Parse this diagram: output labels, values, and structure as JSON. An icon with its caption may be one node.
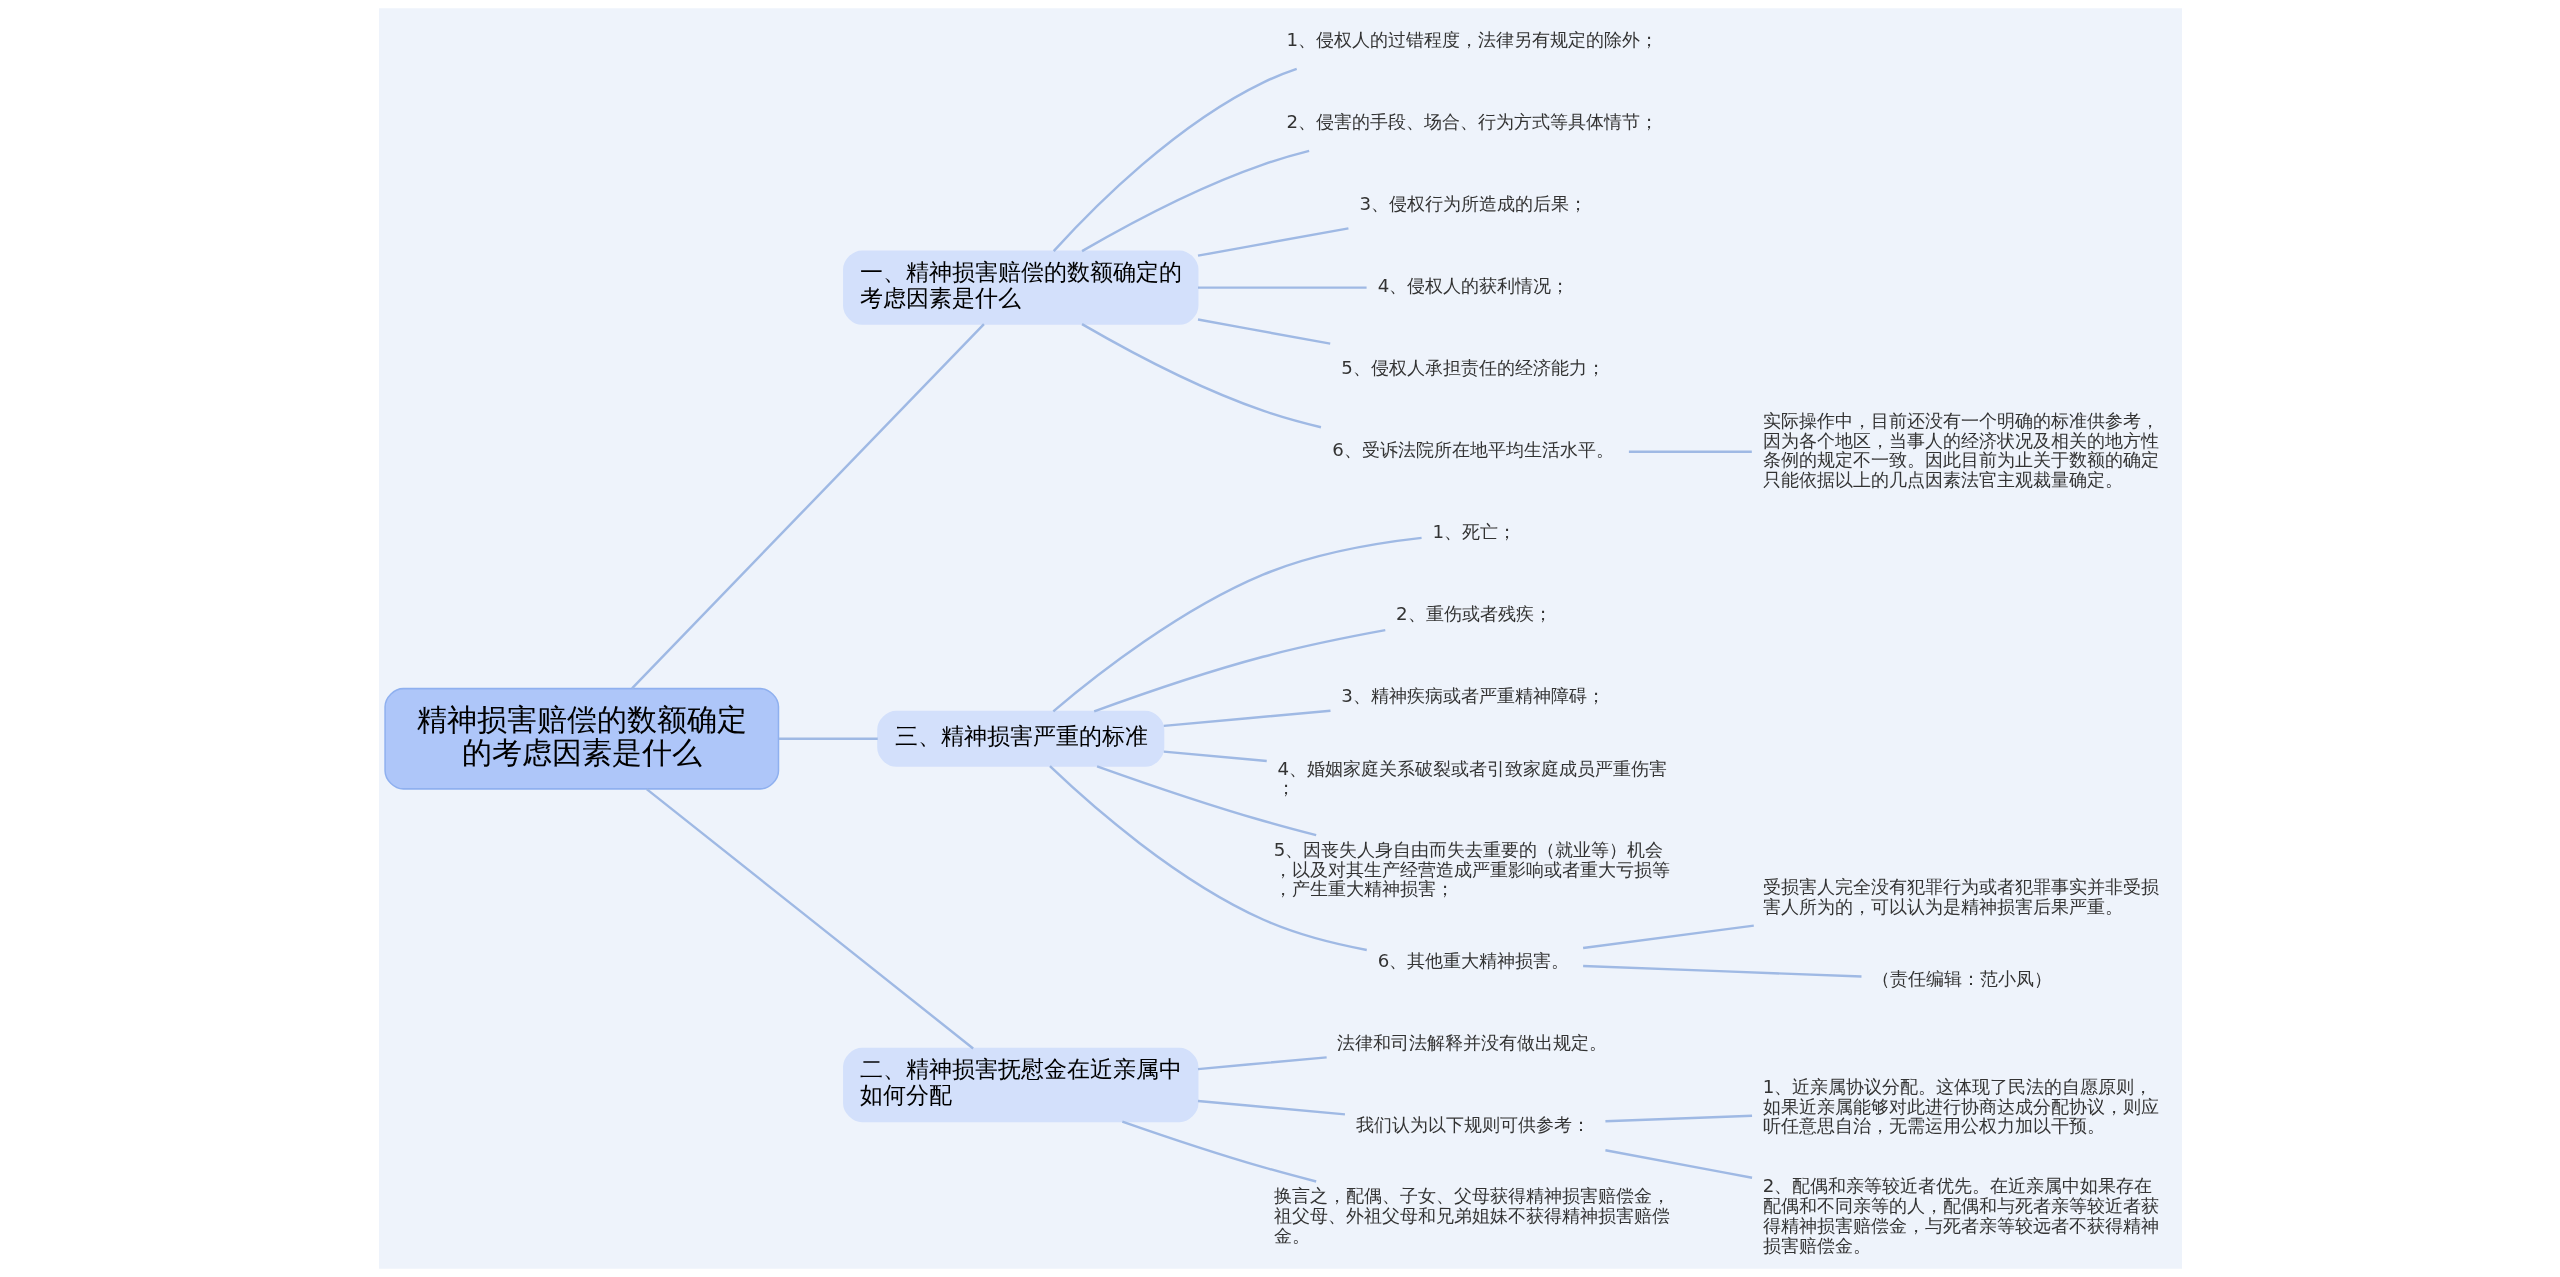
{
  "diagram": {
    "nodes": [
      {
        "text": [
          "精神损害赔偿的数额确定的考虑因素是什么"
        ]
      },
      {
        "text": [
          "一、精神损害赔偿的数额确定的考虑因素是什么"
        ]
      },
      {
        "text": [
          "1、侵权人的过错程度，法律另有规定的除外；"
        ]
      },
      {
        "text": [
          "2、侵害的手段、场合、行为方式等具体情节；"
        ]
      },
      {
        "text": [
          "3、侵权行为所造成的后果；"
        ]
      },
      {
        "text": [
          "4、侵权人的获利情况；"
        ]
      },
      {
        "text": [
          "5、侵权人承担责任的经济能力；"
        ]
      },
      {
        "text": [
          "6、受诉法院所在地平均生活水平。"
        ]
      },
      {
        "text": [
          "实际操作中，目前还没有一个明确的标准供参考，因为各个地区，当事人的经济状况及相关的地方性条例的规定不一致。因此目前为止关于数额的确定只能依据以上的几点因素法官主观裁量确定。"
        ]
      },
      {
        "text": [
          "三、精神损害严重的标准"
        ]
      },
      {
        "text": [
          "1、死亡；"
        ]
      },
      {
        "text": [
          "2、重伤或者残疾；"
        ]
      },
      {
        "text": [
          "3、精神疾病或者严重精神障碍；"
        ]
      },
      {
        "text": [
          "4、婚姻家庭关系破裂或者引致家庭成员严重伤害；"
        ]
      },
      {
        "text": [
          "5、因丧失人身自由而失去重要的（就业等）机会，以及对其生产经营造成严重影响或者重大亏损等，产生重大精神损害；"
        ]
      },
      {
        "text": [
          "6、其他重大精神损害。"
        ]
      },
      {
        "text": [
          "受损害人完全没有犯罪行为或者犯罪事实并非受损害人所为的，可以认为是精神损害后果严重。"
        ]
      },
      {
        "text": [
          "（责任编辑：范小凤）"
        ]
      },
      {
        "text": [
          "二、精神损害抚慰金在近亲属中如何分配"
        ]
      },
      {
        "text": [
          "法律和司法解释并没有做出规定。"
        ]
      },
      {
        "text": [
          "我们认为以下规则可供参考："
        ]
      },
      {
        "text": [
          "1、近亲属协议分配。这体现了民法的自愿原则，如果近亲属能够对此进行协商达成分配协议，则应听任意思自治，无需运用公权力加以干预。"
        ]
      },
      {
        "text": [
          "2、配偶和亲等较近者优先。在近亲属中如果存在配偶和不同亲等的人，配偶和与死者亲等较近者获得精神损害赔偿金，与死者亲等较远者不获得精神损害赔偿金。"
        ]
      },
      {
        "text": [
          "换言之，配偶、子女、父母获得精神损害赔偿金，祖父母、外祖父母和兄弟姐妹不获得精神损害赔偿金。"
        ]
      }
    ],
    "edges": [
      {
        "from": 0,
        "to": 1,
        "arrow": "none"
      },
      {
        "from": 1,
        "to": 2,
        "arrow": "none"
      },
      {
        "from": 1,
        "to": 3,
        "arrow": "none"
      },
      {
        "from": 1,
        "to": 4,
        "arrow": "none"
      },
      {
        "from": 1,
        "to": 5,
        "arrow": "none"
      },
      {
        "from": 1,
        "to": 6,
        "arrow": "none"
      },
      {
        "from": 1,
        "to": 7,
        "arrow": "none"
      },
      {
        "from": 7,
        "to": 8,
        "arrow": "none"
      },
      {
        "from": 0,
        "to": 9,
        "arrow": "none"
      },
      {
        "from": 9,
        "to": 10,
        "arrow": "none"
      },
      {
        "from": 9,
        "to": 11,
        "arrow": "none"
      },
      {
        "from": 9,
        "to": 12,
        "arrow": "none"
      },
      {
        "from": 9,
        "to": 13,
        "arrow": "none"
      },
      {
        "from": 9,
        "to": 14,
        "arrow": "none"
      },
      {
        "from": 9,
        "to": 15,
        "arrow": "none"
      },
      {
        "from": 15,
        "to": 16,
        "arrow": "none"
      },
      {
        "from": 15,
        "to": 17,
        "arrow": "none"
      },
      {
        "from": 0,
        "to": 18,
        "arrow": "none"
      },
      {
        "from": 18,
        "to": 19,
        "arrow": "none"
      },
      {
        "from": 18,
        "to": 20,
        "arrow": "none"
      },
      {
        "from": 20,
        "to": 21,
        "arrow": "none"
      },
      {
        "from": 20,
        "to": 22,
        "arrow": "none"
      },
      {
        "from": 18,
        "to": 23,
        "arrow": "none"
      }
    ]
  }
}
